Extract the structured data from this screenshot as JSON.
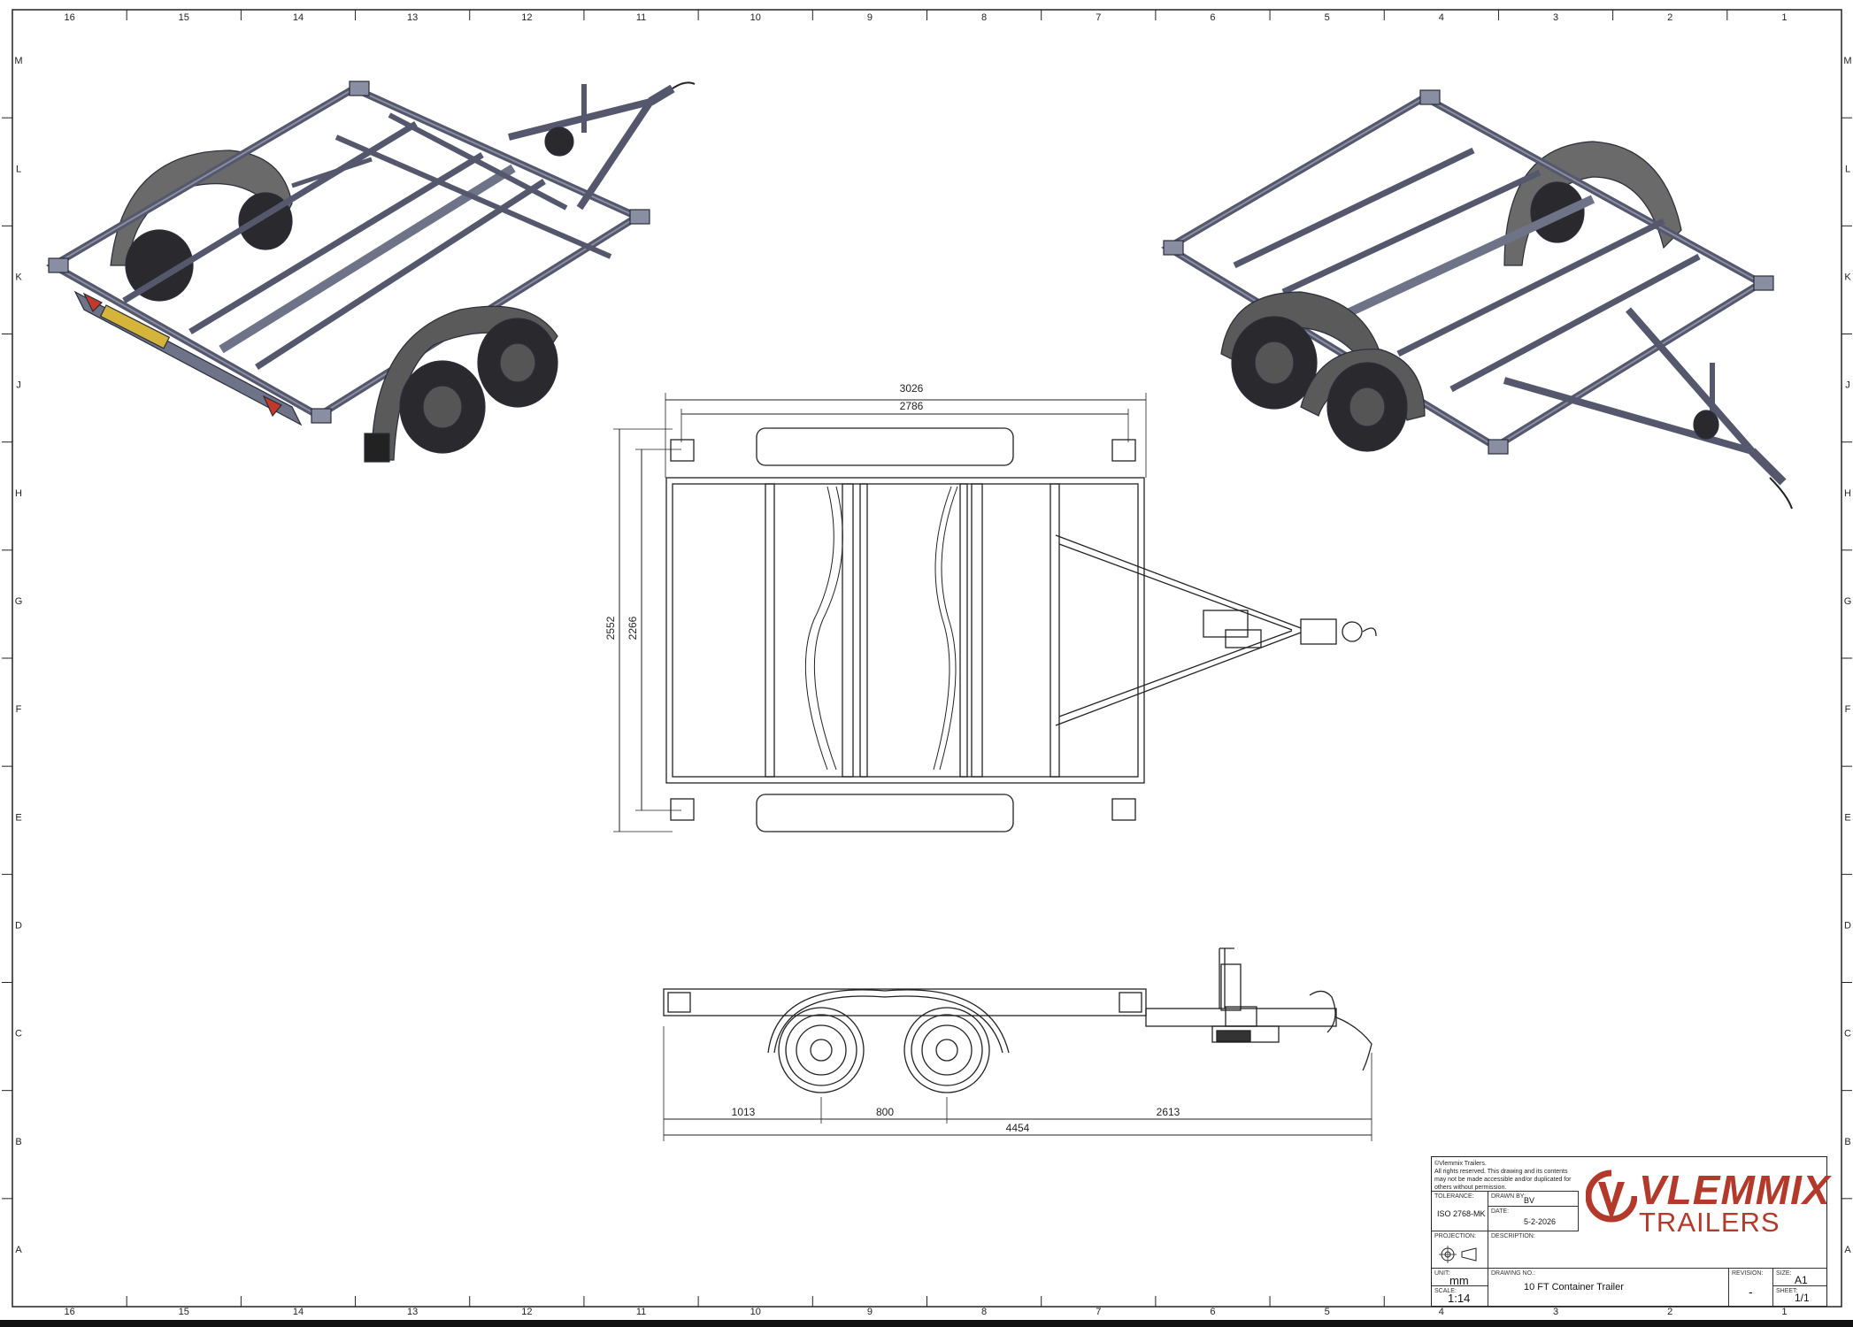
{
  "border": {
    "columns": [
      "16",
      "15",
      "14",
      "13",
      "12",
      "11",
      "10",
      "9",
      "8",
      "7",
      "6",
      "5",
      "4",
      "3",
      "2",
      "1"
    ],
    "rows": [
      "M",
      "L",
      "K",
      "J",
      "H",
      "G",
      "F",
      "E",
      "D",
      "C",
      "B",
      "A"
    ]
  },
  "dimensions": {
    "top_overall": "3026",
    "top_inner": "2786",
    "top_height_outer": "2552",
    "top_height_inner": "2266",
    "side_front": "1013",
    "side_axle": "800",
    "side_rear": "2613",
    "side_overall": "4454"
  },
  "title_block": {
    "copyright": "©Vlemmix Trailers.\nAll rights reserved. This drawing and its contents may not be made accessible and/or duplicated for others without permission.",
    "tolerance_label": "TOLERANCE:",
    "tolerance": "ISO 2768-MK",
    "drawn_by_label": "DRAWN BY:",
    "drawn_by": "BV",
    "date_label": "DATE:",
    "date": "5-2-2026",
    "projection_label": "PROJECTION:",
    "description_label": "DESCRIPTION:",
    "unit_label": "UNIT:",
    "unit": "mm",
    "scale_label": "SCALE:",
    "scale": "1:14",
    "drawing_no_label": "DRAWING NO.:",
    "drawing_title": "10 FT Container Trailer",
    "revision_label": "REVISION:",
    "revision": "-",
    "size_label": "SIZE:",
    "size": "A1",
    "sheet_label": "SHEET:",
    "sheet": "1/1",
    "logo_main": "VLEMMIX",
    "logo_sub": "TRAILERS"
  },
  "colors": {
    "frame": "#55586d",
    "frame_light": "#8a8ea2",
    "tyre": "#2a2a2e",
    "mudguard": "#5a5a5a",
    "brand_red": "#b33a2a"
  }
}
